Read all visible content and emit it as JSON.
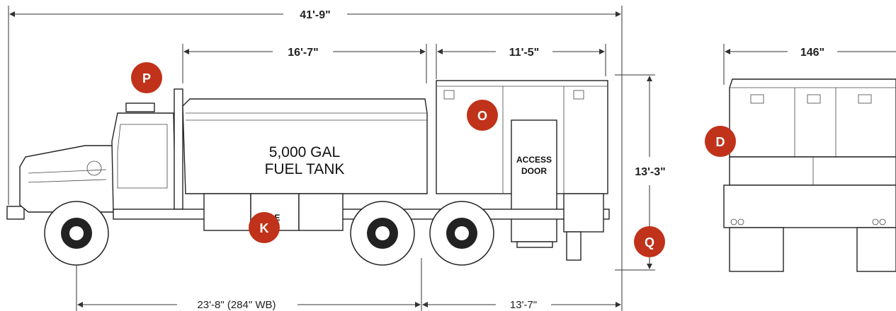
{
  "dimensions": {
    "overall_length": "41'-9\"",
    "tank_length": "16'-7\"",
    "module_length": "11'-5\"",
    "height": "13'-3\"",
    "width": "146\"",
    "wheelbase": "23'-8\" (284\" WB)",
    "rear_overhang": "13'-7\""
  },
  "tank_label": {
    "line1": "5,000 GAL",
    "line2": "FUEL TANK"
  },
  "access_door": {
    "line1": "ACCESS",
    "line2": "DOOR"
  },
  "box_label_fragment": "GE",
  "badges": [
    "P",
    "O",
    "K",
    "Q",
    "D"
  ],
  "colors": {
    "badge": "#c0321a",
    "line": "#333333"
  }
}
